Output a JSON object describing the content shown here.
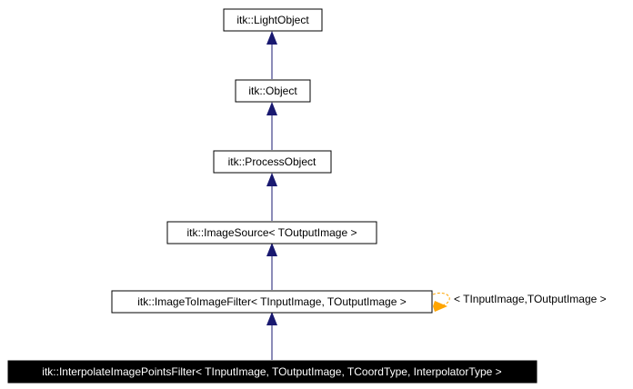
{
  "diagram": {
    "nodes": [
      {
        "id": "light_object",
        "label": "itk::LightObject"
      },
      {
        "id": "object",
        "label": "itk::Object"
      },
      {
        "id": "process_object",
        "label": "itk::ProcessObject"
      },
      {
        "id": "image_source",
        "label": "itk::ImageSource< TOutputImage >"
      },
      {
        "id": "image_to_image_filter",
        "label": "itk::ImageToImageFilter< TInputImage, TOutputImage >"
      },
      {
        "id": "interpolate_filter",
        "label": "itk::InterpolateImagePointsFilter< TInputImage, TOutputImage, TCoordType, InterpolatorType >",
        "highlighted": true
      }
    ],
    "edges": [
      {
        "from": "object",
        "to": "light_object",
        "style": "inheritance"
      },
      {
        "from": "process_object",
        "to": "object",
        "style": "inheritance"
      },
      {
        "from": "image_source",
        "to": "process_object",
        "style": "inheritance"
      },
      {
        "from": "image_to_image_filter",
        "to": "image_source",
        "style": "inheritance"
      },
      {
        "from": "interpolate_filter",
        "to": "image_to_image_filter",
        "style": "inheritance"
      },
      {
        "from": "image_to_image_filter",
        "to": "image_to_image_filter",
        "style": "template-instance",
        "label": "< TInputImage,TOutputImage >"
      }
    ],
    "colors": {
      "inheritance_edge": "#191970",
      "template_edge": "#ffa500",
      "node_border": "#000000",
      "highlight_fill": "#000000",
      "highlight_text": "#ffffff"
    }
  }
}
